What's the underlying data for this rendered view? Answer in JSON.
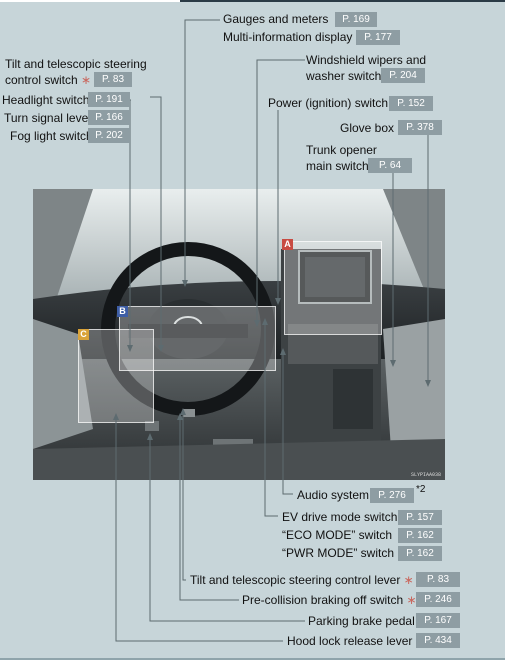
{
  "labels": {
    "gauges": {
      "text": "Gauges and meters",
      "page": "P. 169"
    },
    "multi_info": {
      "text": "Multi-information display",
      "page": "P. 177"
    },
    "tilt_switch_l1": "Tilt and telescopic steering",
    "tilt_switch_l2": "control switch",
    "tilt_switch_page": "P. 83",
    "headlight": {
      "text": "Headlight switch",
      "page": "P. 191"
    },
    "turn_signal": {
      "text": "Turn signal lever",
      "page": "P. 166"
    },
    "fog_light": {
      "text": "Fog light switch",
      "page": "P. 202"
    },
    "wipers_l1": "Windshield wipers and",
    "wipers_l2": "washer switch",
    "wipers_page": "P. 204",
    "power": {
      "text": "Power (ignition) switch",
      "page": "P. 152"
    },
    "glove_box": {
      "text": "Glove box",
      "page": "P. 378"
    },
    "trunk_l1": "Trunk opener",
    "trunk_l2": "main switch",
    "trunk_page": "P. 64",
    "audio": {
      "text": "Audio system",
      "page": "P. 276",
      "sup": "*2"
    },
    "ev_drive": {
      "text": "EV drive mode switch",
      "page": "P. 157"
    },
    "eco_mode": {
      "text": "“ECO MODE” switch",
      "page": "P. 162"
    },
    "pwr_mode": {
      "text": "“PWR MODE” switch",
      "page": "P. 162"
    },
    "tilt_lever": {
      "text": "Tilt and telescopic steering control lever",
      "page": "P. 83"
    },
    "precollision": {
      "text": "Pre-collision braking off switch",
      "page": "P. 246"
    },
    "parking_brake": {
      "text": "Parking brake pedal",
      "page": "P. 167"
    },
    "hood_lock": {
      "text": "Hood lock release lever",
      "page": "P. 434"
    },
    "asterisk": "∗"
  },
  "photo": {
    "tags": {
      "a": "A",
      "b": "B",
      "c": "C"
    },
    "code": "SLYPIAA038"
  },
  "colors": {
    "panel": "#c7d5d9",
    "page_badge": "#8e9da3",
    "tag_a": "#c84b42",
    "tag_b": "#3e5ea6",
    "tag_c": "#d9a33a",
    "asterisk": "#c9675e"
  }
}
